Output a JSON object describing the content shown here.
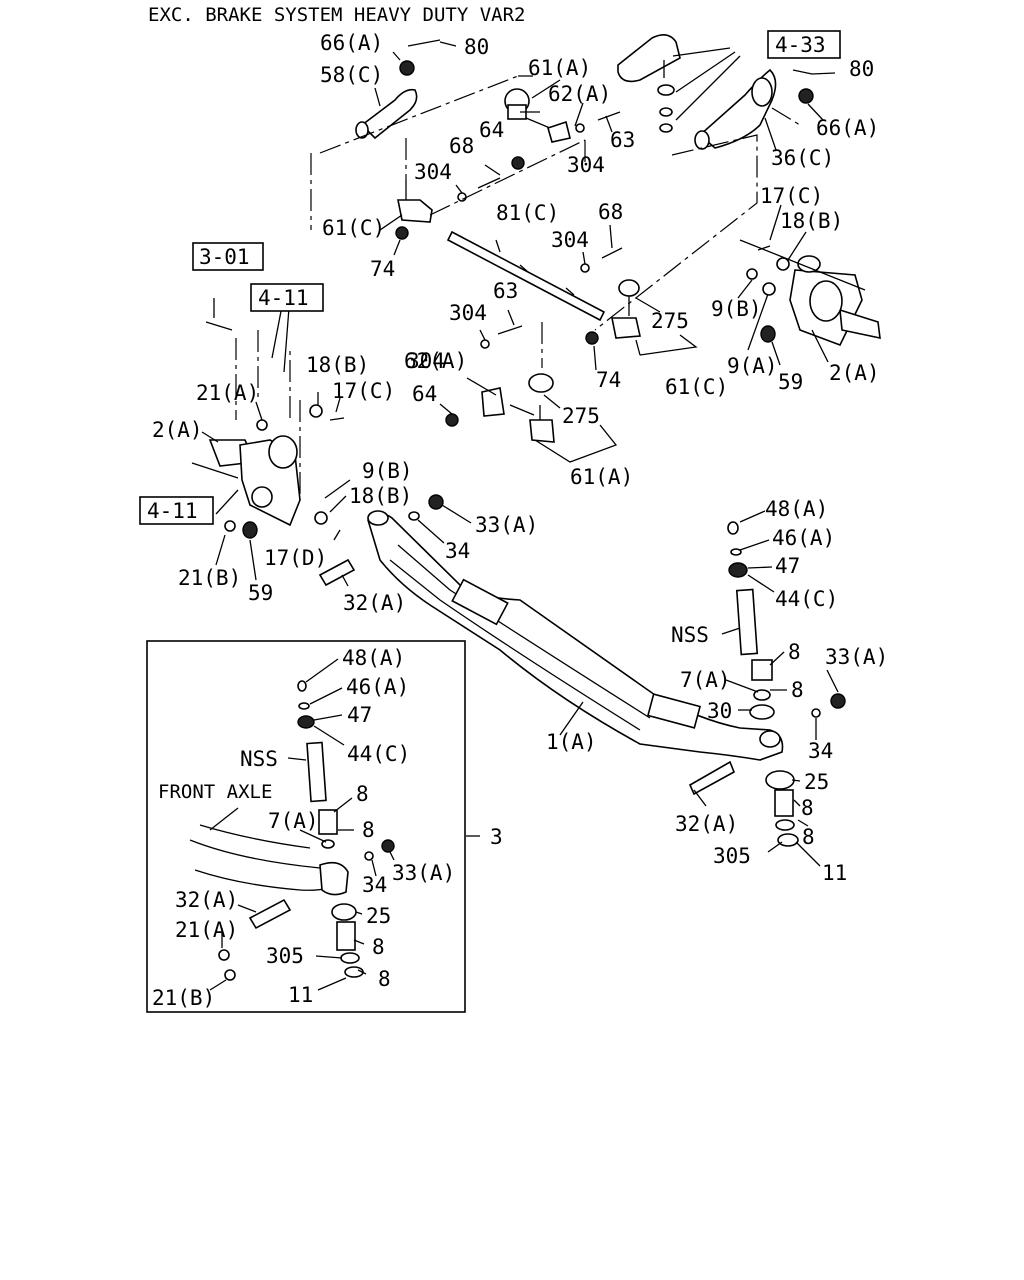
{
  "title": "EXC. BRAKE SYSTEM HEAVY DUTY VAR2",
  "refs": [
    "4-33",
    "3-01",
    "4-11",
    "4-11"
  ],
  "inset_title": "FRONT AXLE",
  "inset_ref": "3",
  "labels": [
    "66(A)",
    "80",
    "58(C)",
    "61(A)",
    "62(A)",
    "63",
    "64",
    "304",
    "68",
    "304",
    "304",
    "61(C)",
    "74",
    "81(C)",
    "304",
    "68",
    "80",
    "66(A)",
    "36(C)",
    "17(C)",
    "18(B)",
    "9(B)",
    "9(A)",
    "59",
    "2(A)",
    "63",
    "304",
    "275",
    "62(A)",
    "64",
    "74",
    "61(C)",
    "275",
    "61(A)",
    "21(A)",
    "18(B)",
    "17(C)",
    "2(A)",
    "9(B)",
    "18(B)",
    "17(D)",
    "21(B)",
    "59",
    "33(A)",
    "34",
    "32(A)",
    "48(A)",
    "46(A)",
    "47",
    "44(C)",
    "NSS",
    "8",
    "7(A)",
    "8",
    "33(A)",
    "30",
    "1(A)",
    "34",
    "25",
    "32(A)",
    "8",
    "8",
    "305",
    "11",
    "48(A)",
    "46(A)",
    "47",
    "44(C)",
    "NSS",
    "8",
    "7(A)",
    "8",
    "34",
    "33(A)",
    "32(A)",
    "25",
    "21(A)",
    "8",
    "305",
    "8",
    "11",
    "21(B)"
  ]
}
